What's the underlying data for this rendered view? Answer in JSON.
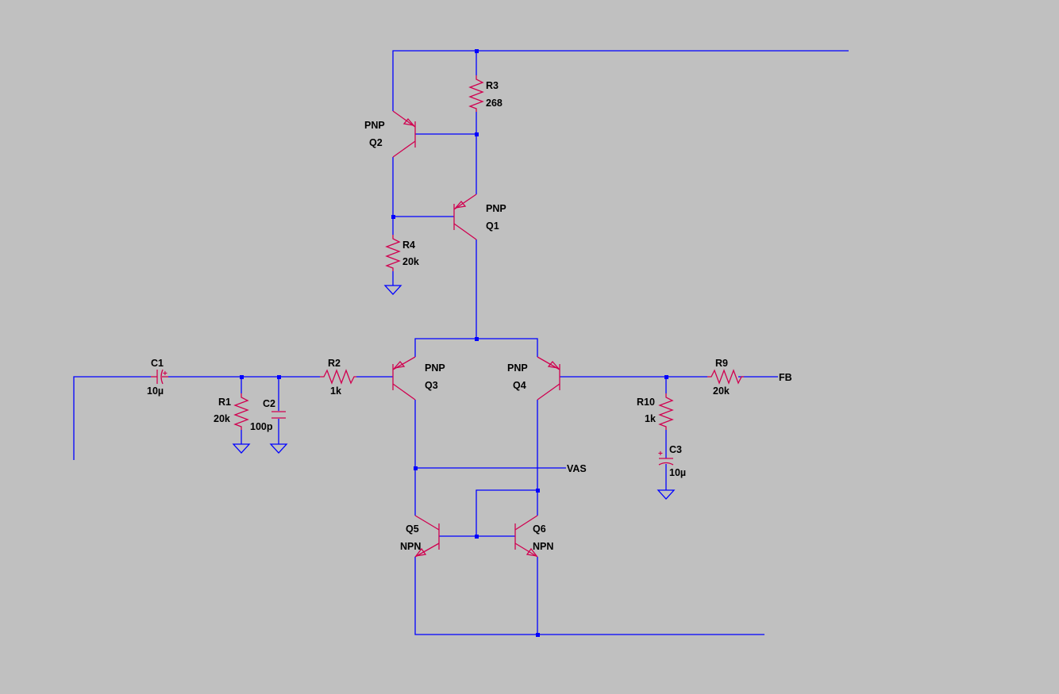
{
  "colors": {
    "background": "#c0c0c0",
    "wire": "#0000ff",
    "component": "#d0004f",
    "text": "#000000"
  },
  "components": {
    "c1": {
      "name": "C1",
      "value": "10µ"
    },
    "c2": {
      "name": "C2",
      "value": "100p"
    },
    "c3": {
      "name": "C3",
      "value": "10µ"
    },
    "r1": {
      "name": "R1",
      "value": "20k"
    },
    "r2": {
      "name": "R2",
      "value": "1k"
    },
    "r3": {
      "name": "R3",
      "value": "268"
    },
    "r4": {
      "name": "R4",
      "value": "20k"
    },
    "r9": {
      "name": "R9",
      "value": "20k"
    },
    "r10": {
      "name": "R10",
      "value": "1k"
    },
    "q1": {
      "name": "Q1",
      "type": "PNP"
    },
    "q2": {
      "name": "Q2",
      "type": "PNP"
    },
    "q3": {
      "name": "Q3",
      "type": "PNP"
    },
    "q4": {
      "name": "Q4",
      "type": "PNP"
    },
    "q5": {
      "name": "Q5",
      "type": "NPN"
    },
    "q6": {
      "name": "Q6",
      "type": "NPN"
    }
  },
  "net_labels": {
    "vas": "VAS",
    "fb": "FB"
  }
}
